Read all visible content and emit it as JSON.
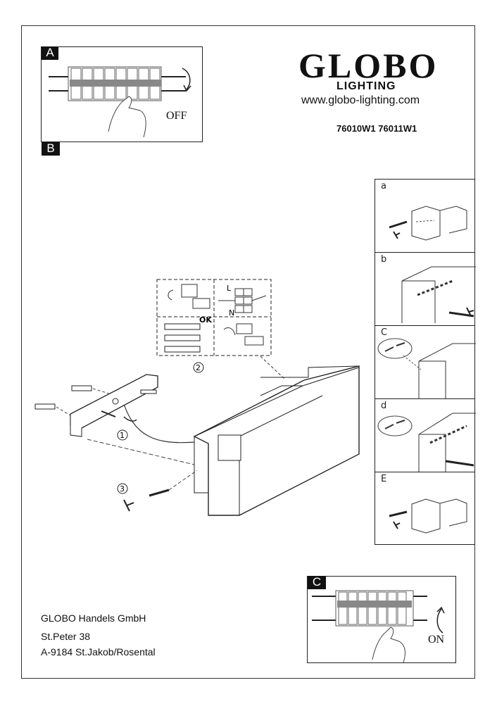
{
  "panels": {
    "a_tag": "A",
    "b_tag": "B",
    "c_tag": "C",
    "off_label": "OFF",
    "on_label": "ON"
  },
  "brand": {
    "logo": "GLOBO",
    "sub": "LIGHTING",
    "url": "www.globo-lighting.com"
  },
  "models": "76010W1  76011W1",
  "steps": [
    "a",
    "b",
    "C",
    "d",
    "E"
  ],
  "diagram": {
    "callout_1": "1",
    "callout_2": "2",
    "callout_3": "3",
    "ok_label": "OK",
    "terminal_l": "L",
    "terminal_n": "N"
  },
  "address": {
    "company": "GLOBO Handels GmbH",
    "street": "St.Peter 38",
    "city": "A-9184 St.Jakob/Rosental"
  }
}
